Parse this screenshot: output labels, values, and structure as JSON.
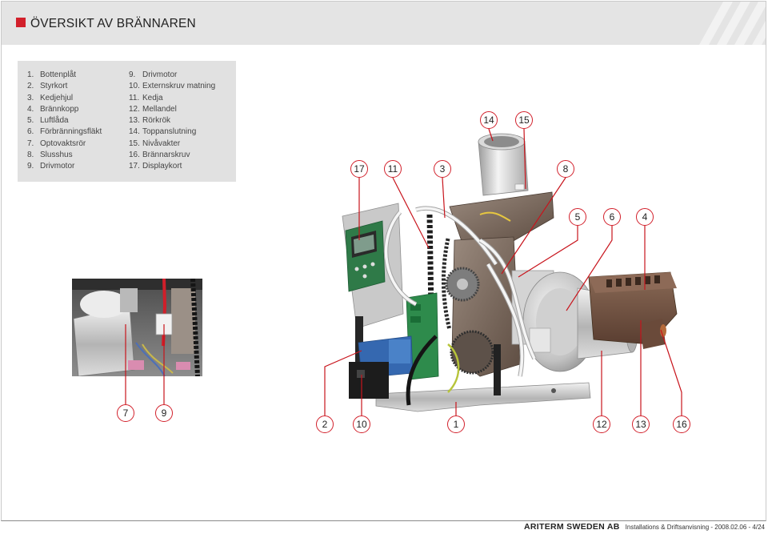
{
  "header": {
    "title": "ÖVERSIKT AV BRÄNNAREN"
  },
  "legend": {
    "left": [
      {
        "num": "1.",
        "label": "Bottenplåt"
      },
      {
        "num": "2.",
        "label": "Styrkort"
      },
      {
        "num": "3.",
        "label": "Kedjehjul"
      },
      {
        "num": "4.",
        "label": "Brännkopp"
      },
      {
        "num": "5.",
        "label": "Luftlåda"
      },
      {
        "num": "6.",
        "label": "Förbränningsfläkt"
      },
      {
        "num": "7.",
        "label": "Optovaktsrör"
      },
      {
        "num": "8.",
        "label": "Slusshus"
      },
      {
        "num": "9.",
        "label": "Drivmotor"
      }
    ],
    "right": [
      {
        "num": "9.",
        "label": "Drivmotor"
      },
      {
        "num": "10.",
        "label": "Externskruv matning"
      },
      {
        "num": "11.",
        "label": "Kedja"
      },
      {
        "num": "12.",
        "label": "Mellandel"
      },
      {
        "num": "13.",
        "label": "Rörkrök"
      },
      {
        "num": "14.",
        "label": "Toppanslutning"
      },
      {
        "num": "15.",
        "label": "Nivåvakter"
      },
      {
        "num": "16.",
        "label": "Brännarskruv"
      },
      {
        "num": "17.",
        "label": "Displaykort"
      }
    ]
  },
  "callouts": [
    "14",
    "15",
    "17",
    "11",
    "3",
    "8",
    "5",
    "6",
    "4",
    "7",
    "9",
    "2",
    "10",
    "1",
    "12",
    "13",
    "16"
  ],
  "footer": {
    "company": "ARITERM SWEDEN AB",
    "document": "Installations & Driftsanvisning - 2008.02.06 - 4/24"
  },
  "colors": {
    "accent": "#d2202b",
    "leader_line": "#c8141c",
    "header_bg": "#e4e4e4",
    "legend_bg": "#e1e1e1"
  }
}
